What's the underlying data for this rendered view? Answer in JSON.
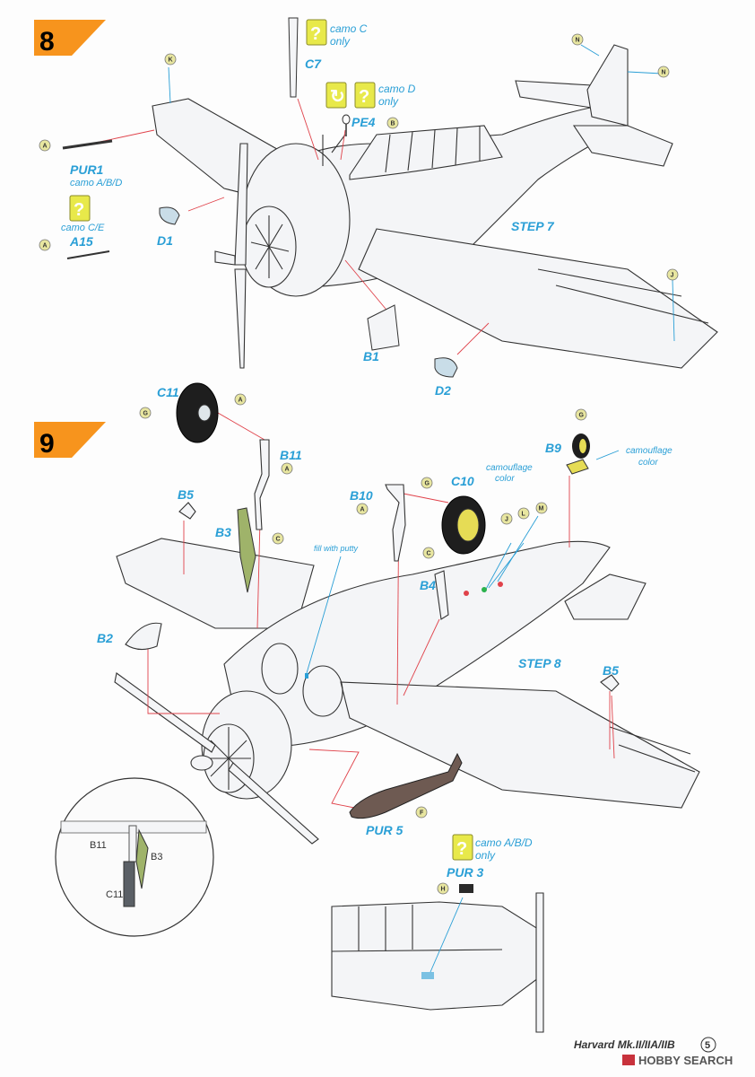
{
  "step8": {
    "number": "8",
    "subtitle": "STEP 7",
    "parts": {
      "pur1": "PUR1",
      "pur1_note": "camo A/B/D",
      "a15": "A15",
      "a15_note": "camo C/E",
      "d1": "D1",
      "d2": "D2",
      "b1": "B1",
      "c7": "C7",
      "c7_note_1": "camo C",
      "c7_note_2": "only",
      "pe4": "PE4",
      "pe4_note_1": "camo D",
      "pe4_note_2": "only"
    },
    "paint_codes": [
      "A",
      "A",
      "K",
      "B",
      "N",
      "N",
      "J"
    ]
  },
  "step9": {
    "number": "9",
    "subtitle": "STEP 8",
    "parts": {
      "c11": "C11",
      "b11": "B11",
      "b3": "B3",
      "b5a": "B5",
      "b5b": "B5",
      "b10": "B10",
      "c10": "C10",
      "c10_note_1": "camouflage",
      "c10_note_2": "color",
      "b9": "B9",
      "b9_note_1": "camouflage",
      "b9_note_2": "color",
      "b4": "B4",
      "b2": "B2",
      "pur5": "PUR 5",
      "pur3": "PUR 3",
      "pur3_note_1": "camo A/B/D",
      "pur3_note_2": "only",
      "putty": "fill with putty"
    },
    "inset": {
      "b11": "B11",
      "b3": "B3",
      "c11": "C11"
    },
    "paint_codes": [
      "G",
      "A",
      "A",
      "C",
      "G",
      "A",
      "G",
      "C",
      "J",
      "L",
      "M",
      "F",
      "H"
    ]
  },
  "footer": {
    "title": "Harvard Mk.II/IIA/IIB",
    "page": "5",
    "watermark": "HOBBY SEARCH"
  },
  "colors": {
    "accent": "#f7941d",
    "blue": "#2a9fd6",
    "red": "#e0424a",
    "marker": "#e8e94a"
  }
}
